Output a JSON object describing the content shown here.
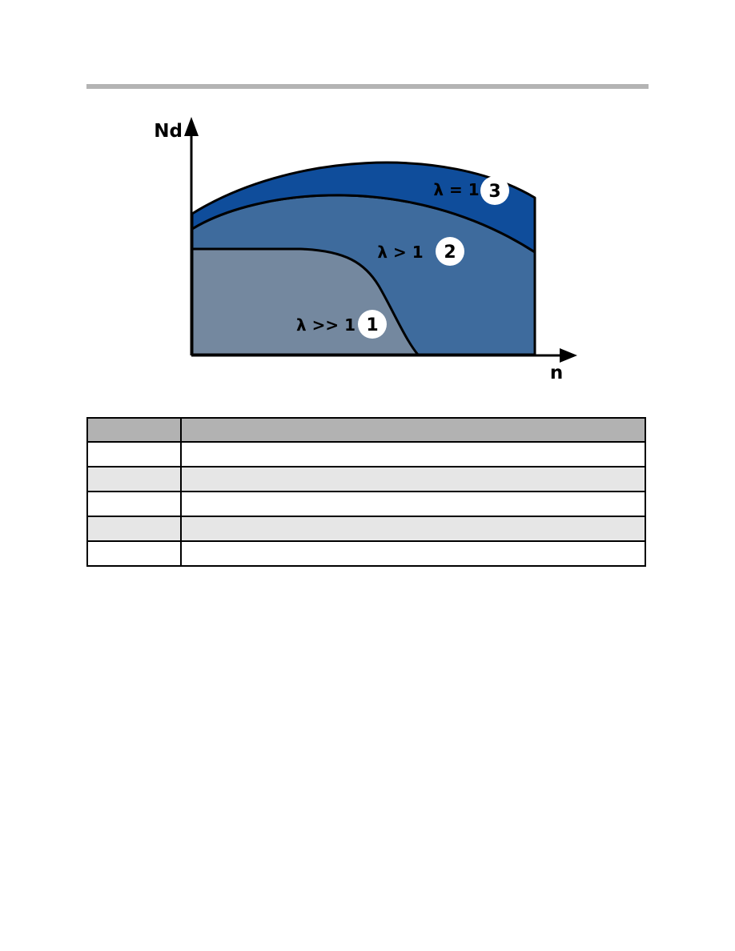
{
  "page": {
    "background_color": "#ffffff",
    "rule_color": "#b4b4b4"
  },
  "diagram": {
    "y_axis_label": "Nd",
    "x_axis_label": "n",
    "axis_color": "#000000",
    "badge_fill": "#ffffff",
    "regions": [
      {
        "label": "λ >> 1",
        "badge": "1",
        "color": "#74889f"
      },
      {
        "label": "λ > 1",
        "badge": "2",
        "color": "#3e6b9d"
      },
      {
        "label": "λ = 1",
        "badge": "3",
        "color": "#0f4d9b"
      }
    ]
  },
  "table": {
    "header_bg": "#b2b2b2",
    "alt_row_bg": "#e6e6e6",
    "border_color": "#000000",
    "header": [
      "",
      ""
    ],
    "rows": [
      [
        "",
        ""
      ],
      [
        "",
        ""
      ],
      [
        "",
        ""
      ],
      [
        "",
        ""
      ],
      [
        "",
        ""
      ]
    ]
  }
}
